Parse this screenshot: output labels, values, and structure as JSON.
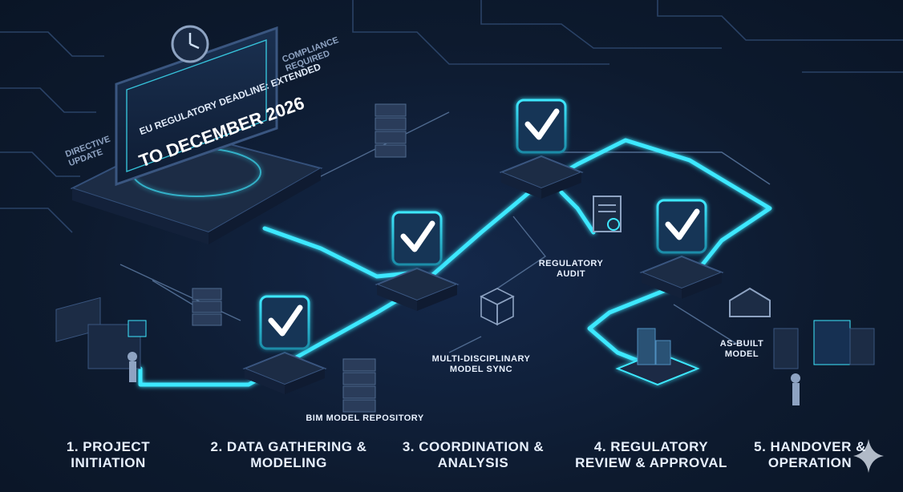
{
  "banner": {
    "line1": "EU REGULATORY DEADLINE: EXTENDED",
    "line2": "TO DECEMBER 2026",
    "tag_right": "COMPLIANCE REQUIRED",
    "tag_left": "DIRECTIVE UPDATE"
  },
  "stages": [
    {
      "label": "1. PROJECT INITIATION"
    },
    {
      "label": "2. DATA GATHERING & MODELING"
    },
    {
      "label": "3. COORDINATION & ANALYSIS"
    },
    {
      "label": "4. REGULATORY REVIEW & APPROVAL"
    },
    {
      "label": "5. HANDOVER & OPERATION"
    }
  ],
  "callouts": {
    "bim_repository": "BIM MODEL REPOSITORY",
    "model_sync": "MULTI-DISCIPLINARY MODEL SYNC",
    "regulatory_audit": "REGULATORY AUDIT",
    "as_built": "AS-BUILT MODEL"
  },
  "colors": {
    "background": "#0d1a2e",
    "accent": "#3ee8ff",
    "panel": "#1c2c45",
    "text": "#e8f1ff"
  }
}
